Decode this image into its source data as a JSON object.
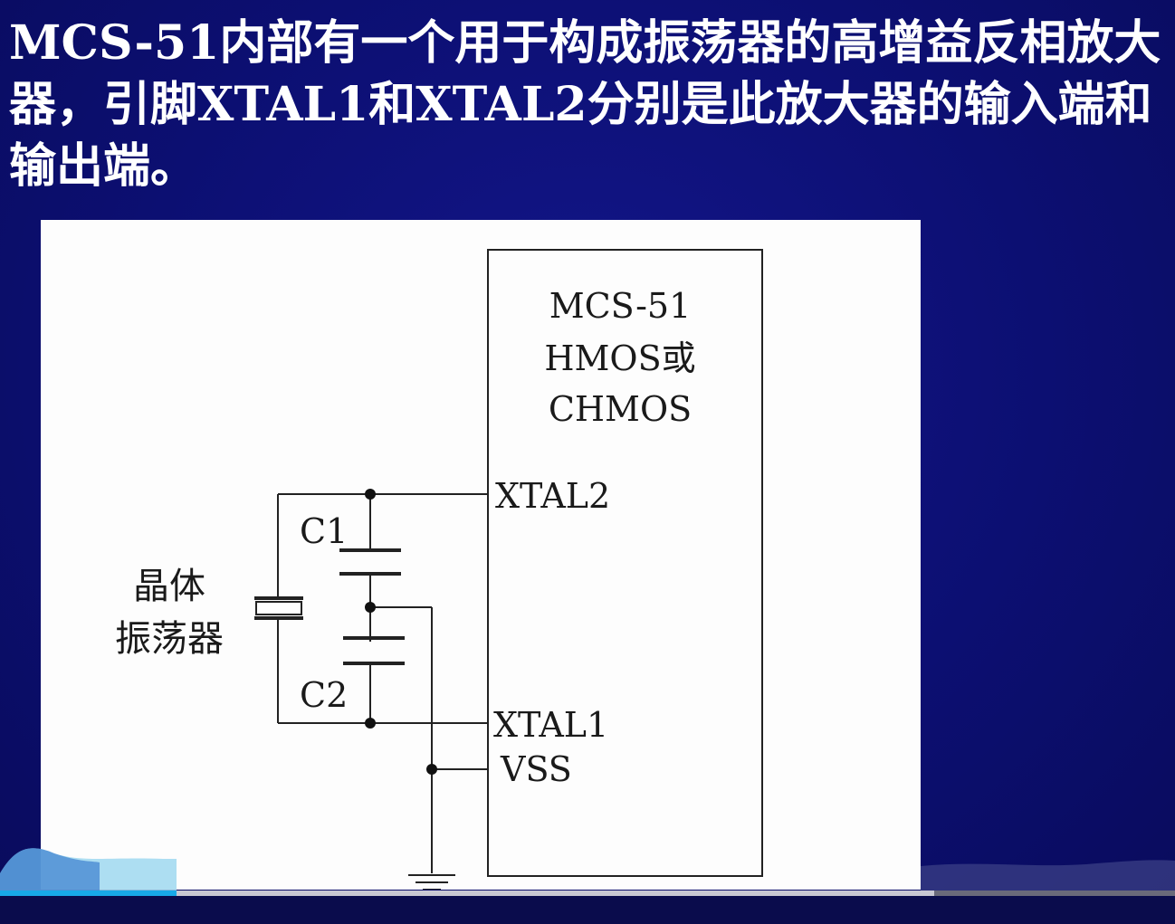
{
  "slide": {
    "text": "MCS-51内部有一个用于构成振荡器的高增益反相放大器，引脚XTAL1和XTAL2分别是此放大器的输入端和输出端。"
  },
  "diagram": {
    "chip_label_line1": "MCS-51",
    "chip_label_line2": "HMOS或",
    "chip_label_line3": "CHMOS",
    "pin_xtal2": "XTAL2",
    "pin_xtal1": "XTAL1",
    "pin_vss": "VSS",
    "cap_c1": "C1",
    "cap_c2": "C2",
    "crystal_label_line1": "晶体",
    "crystal_label_line2": "振荡器"
  },
  "player": {
    "progress": 0.15,
    "buffered": 0.795
  },
  "colors": {
    "slide_background": "#0c0f6e",
    "text": "#ffffff",
    "panel": "#fdfdfd",
    "line": "#222222",
    "progress": "#18a9e8"
  }
}
